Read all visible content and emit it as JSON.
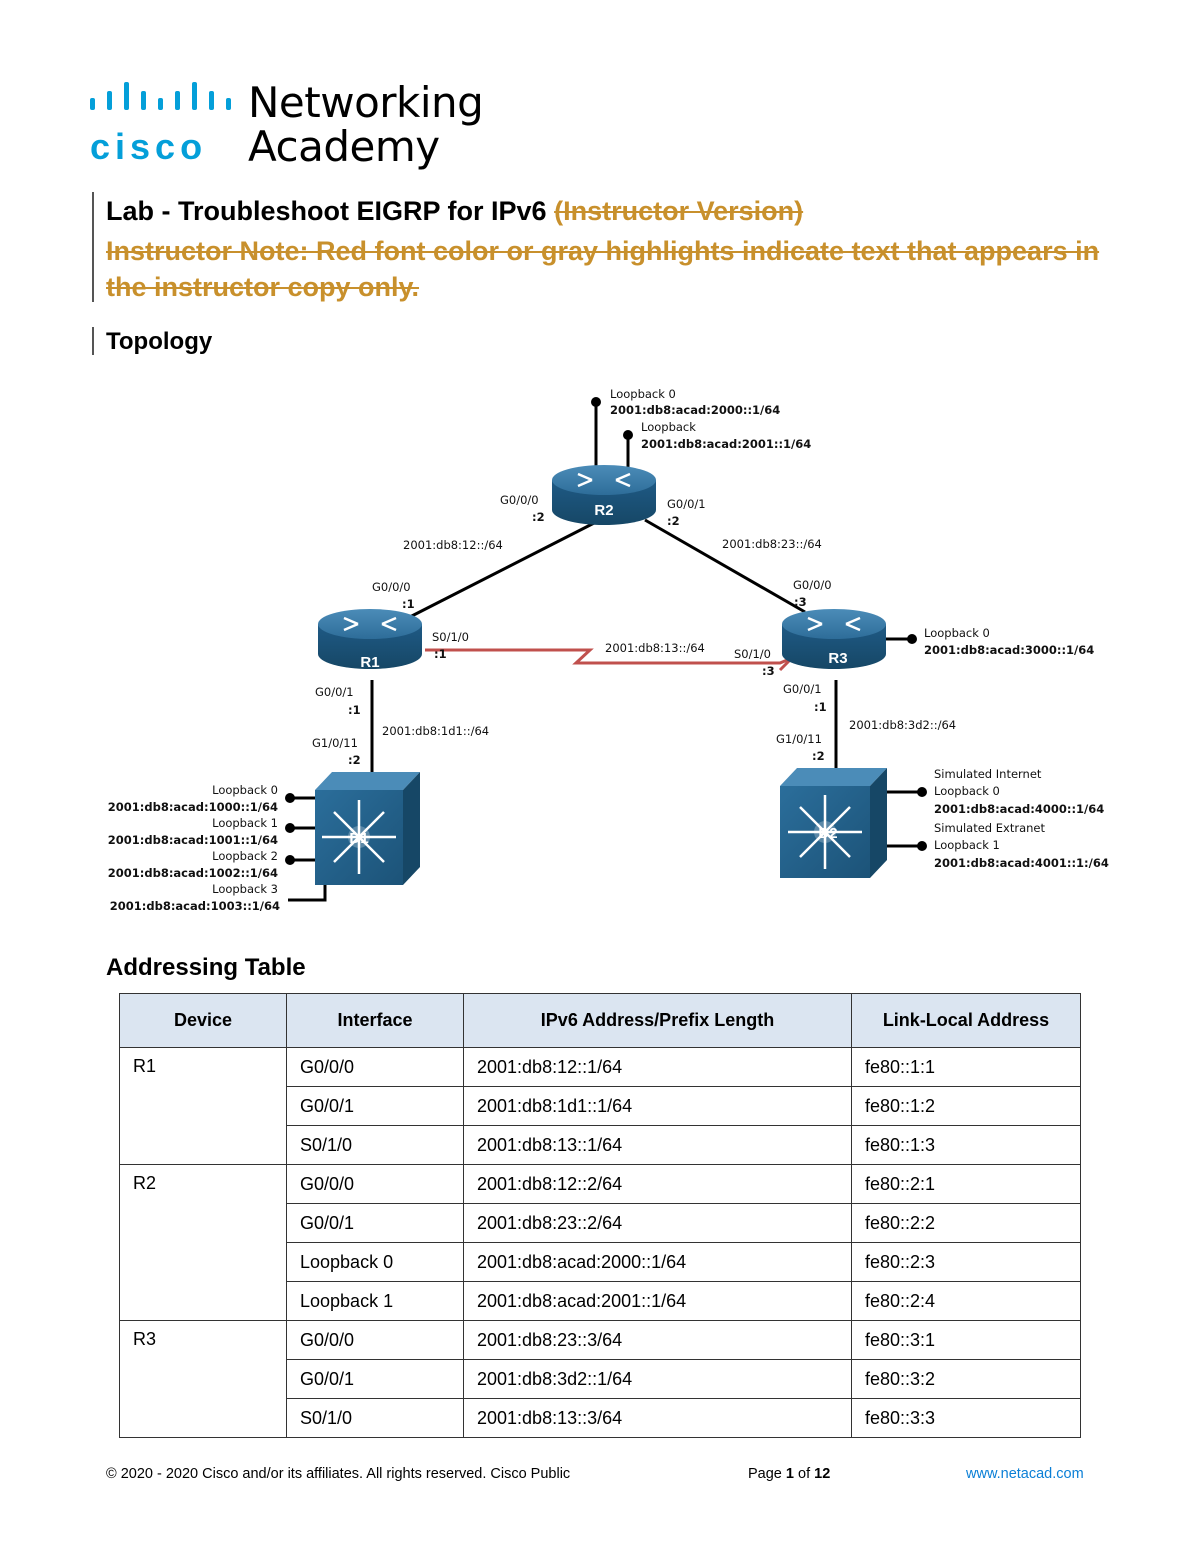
{
  "header": {
    "logo_top": "Networking",
    "logo_brand": "cisco",
    "logo_bottom": "Academy"
  },
  "title": {
    "main": "Lab - Troubleshoot EIGRP for IPv6",
    "version": "(Instructor Version)",
    "note": "Instructor Note: Red font color or gray highlights indicate text that appears in the instructor copy only."
  },
  "sections": {
    "topology": "Topology",
    "addressing": "Addressing Table"
  },
  "topology": {
    "devices": {
      "r1": "R1",
      "r2": "R2",
      "r3": "R3",
      "d1": "D1",
      "d2": "D2"
    },
    "r2_lo0_label": "Loopback 0",
    "r2_lo0_addr": "2001:db8:acad:2000::1/64",
    "r2_lo1_label": "Loopback",
    "r2_lo1_addr": "2001:db8:acad:2001::1/64",
    "r2_g000": "G0/0/0",
    "r2_g000_host": ":2",
    "r2_g001": "G0/0/1",
    "r2_g001_host": ":2",
    "net_12": "2001:db8:12::/64",
    "net_23": "2001:db8:23::/64",
    "net_13": "2001:db8:13::/64",
    "net_1d1": "2001:db8:1d1::/64",
    "net_3d2": "2001:db8:3d2::/64",
    "r1_g000": "G0/0/0",
    "r1_g000_host": ":1",
    "r1_s010": "S0/1/0",
    "r1_s010_host": ":1",
    "r1_g001": "G0/0/1",
    "r1_g001_host": ":1",
    "r3_g000": "G0/0/0",
    "r3_g000_host": ":3",
    "r3_s010": "S0/1/0",
    "r3_s010_host": ":3",
    "r3_g001": "G0/0/1",
    "r3_g001_host": ":1",
    "r3_lo0_label": "Loopback 0",
    "r3_lo0_addr": "2001:db8:acad:3000::1/64",
    "d1_g1011": "G1/0/11",
    "d1_g1011_host": ":2",
    "d2_g1011": "G1/0/11",
    "d2_g1011_host": ":2",
    "d1_lo0_label": "Loopback 0",
    "d1_lo0_addr": "2001:db8:acad:1000::1/64",
    "d1_lo1_label": "Loopback 1",
    "d1_lo1_addr": "2001:db8:acad:1001::1/64",
    "d1_lo2_label": "Loopback 2",
    "d1_lo2_addr": "2001:db8:acad:1002::1/64",
    "d1_lo3_label": "Loopback 3",
    "d1_lo3_addr": "2001:db8:acad:1003::1/64",
    "d2_sim_internet": "Simulated Internet",
    "d2_lo0_label": "Loopback 0",
    "d2_lo0_addr": "2001:db8:acad:4000::1/64",
    "d2_sim_extranet": "Simulated Extranet",
    "d2_lo1_label": "Loopback 1",
    "d2_lo1_addr": "2001:db8:acad:4001::1:/64"
  },
  "table": {
    "headers": [
      "Device",
      "Interface",
      "IPv6 Address/Prefix Length",
      "Link-Local Address"
    ],
    "groups": [
      {
        "device": "R1",
        "rows": [
          [
            "G0/0/0",
            "2001:db8:12::1/64",
            "fe80::1:1"
          ],
          [
            "G0/0/1",
            "2001:db8:1d1::1/64",
            "fe80::1:2"
          ],
          [
            "S0/1/0",
            "2001:db8:13::1/64",
            "fe80::1:3"
          ]
        ]
      },
      {
        "device": "R2",
        "rows": [
          [
            "G0/0/0",
            "2001:db8:12::2/64",
            "fe80::2:1"
          ],
          [
            "G0/0/1",
            "2001:db8:23::2/64",
            "fe80::2:2"
          ],
          [
            "Loopback 0",
            "2001:db8:acad:2000::1/64",
            "fe80::2:3"
          ],
          [
            "Loopback 1",
            "2001:db8:acad:2001::1/64",
            "fe80::2:4"
          ]
        ]
      },
      {
        "device": "R3",
        "rows": [
          [
            "G0/0/0",
            "2001:db8:23::3/64",
            "fe80::3:1"
          ],
          [
            "G0/0/1",
            "2001:db8:3d2::1/64",
            "fe80::3:2"
          ],
          [
            "S0/1/0",
            "2001:db8:13::3/64",
            "fe80::3:3"
          ]
        ]
      }
    ]
  },
  "footer": {
    "copyright": "© 2020 - 2020 Cisco and/or its affiliates. All rights reserved. Cisco Public",
    "page_prefix": "Page ",
    "page_num": "1",
    "page_of": " of ",
    "page_total": "12",
    "url": "www.netacad.com"
  },
  "colors": {
    "cisco_blue": "#049fd9",
    "instructor_note": "#c8902c",
    "table_header_bg": "#dbe5f1",
    "serial_link": "#c0504d",
    "link_blue": "#0a7fd6"
  }
}
